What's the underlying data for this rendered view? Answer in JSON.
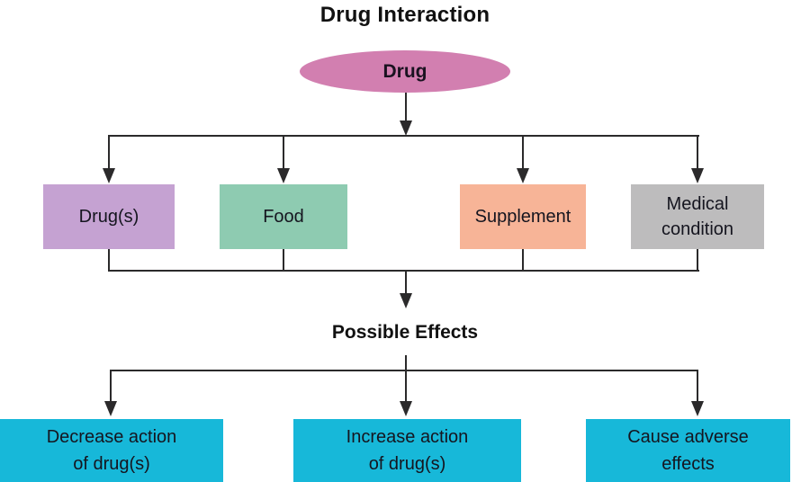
{
  "diagram": {
    "title": "Drug Interaction",
    "line_color": "#2b2a2b",
    "root": {
      "label": "Drug",
      "color": "#d27fb0"
    },
    "factors": [
      {
        "label": "Drug(s)",
        "color": "#c5a2d2"
      },
      {
        "label": "Food",
        "color": "#8ecbb1"
      },
      {
        "label": "Supplement",
        "color": "#f7b497"
      },
      {
        "label": "Medical\ncondition",
        "color": "#bdbcbd"
      }
    ],
    "effects_heading": "Possible Effects",
    "effects": [
      {
        "label": "Decrease action\nof drug(s)",
        "color": "#17b8d9"
      },
      {
        "label": "Increase action\nof drug(s)",
        "color": "#17b8d9"
      },
      {
        "label": "Cause adverse\neffects",
        "color": "#17b8d9"
      }
    ]
  }
}
